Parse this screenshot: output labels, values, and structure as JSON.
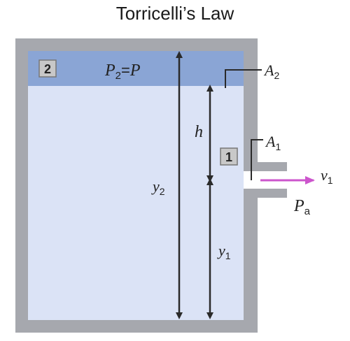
{
  "title": "Torricelli’s Law",
  "labels": {
    "point2": "2",
    "point1": "1",
    "pressure_top_P": "P",
    "pressure_top_sub": "2",
    "pressure_top_eq": "=",
    "pressure_top_rhs": "P",
    "area2_A": "A",
    "area2_sub": "2",
    "area1_A": "A",
    "area1_sub": "1",
    "height_h": "h",
    "y2": "y",
    "y2_sub": "2",
    "y1": "y",
    "y1_sub": "1",
    "velocity": "v",
    "velocity_sub": "1",
    "pressure_atm": "P",
    "pressure_atm_sub": "a"
  },
  "colors": {
    "tank_wall": "#a6a8ae",
    "water": "#dbe3f6",
    "water_surface": "#8aa5d5",
    "arrow": "#2a2a2a",
    "velocity_arrow": "#cc55cc",
    "label_box": "#c8c8c8"
  }
}
